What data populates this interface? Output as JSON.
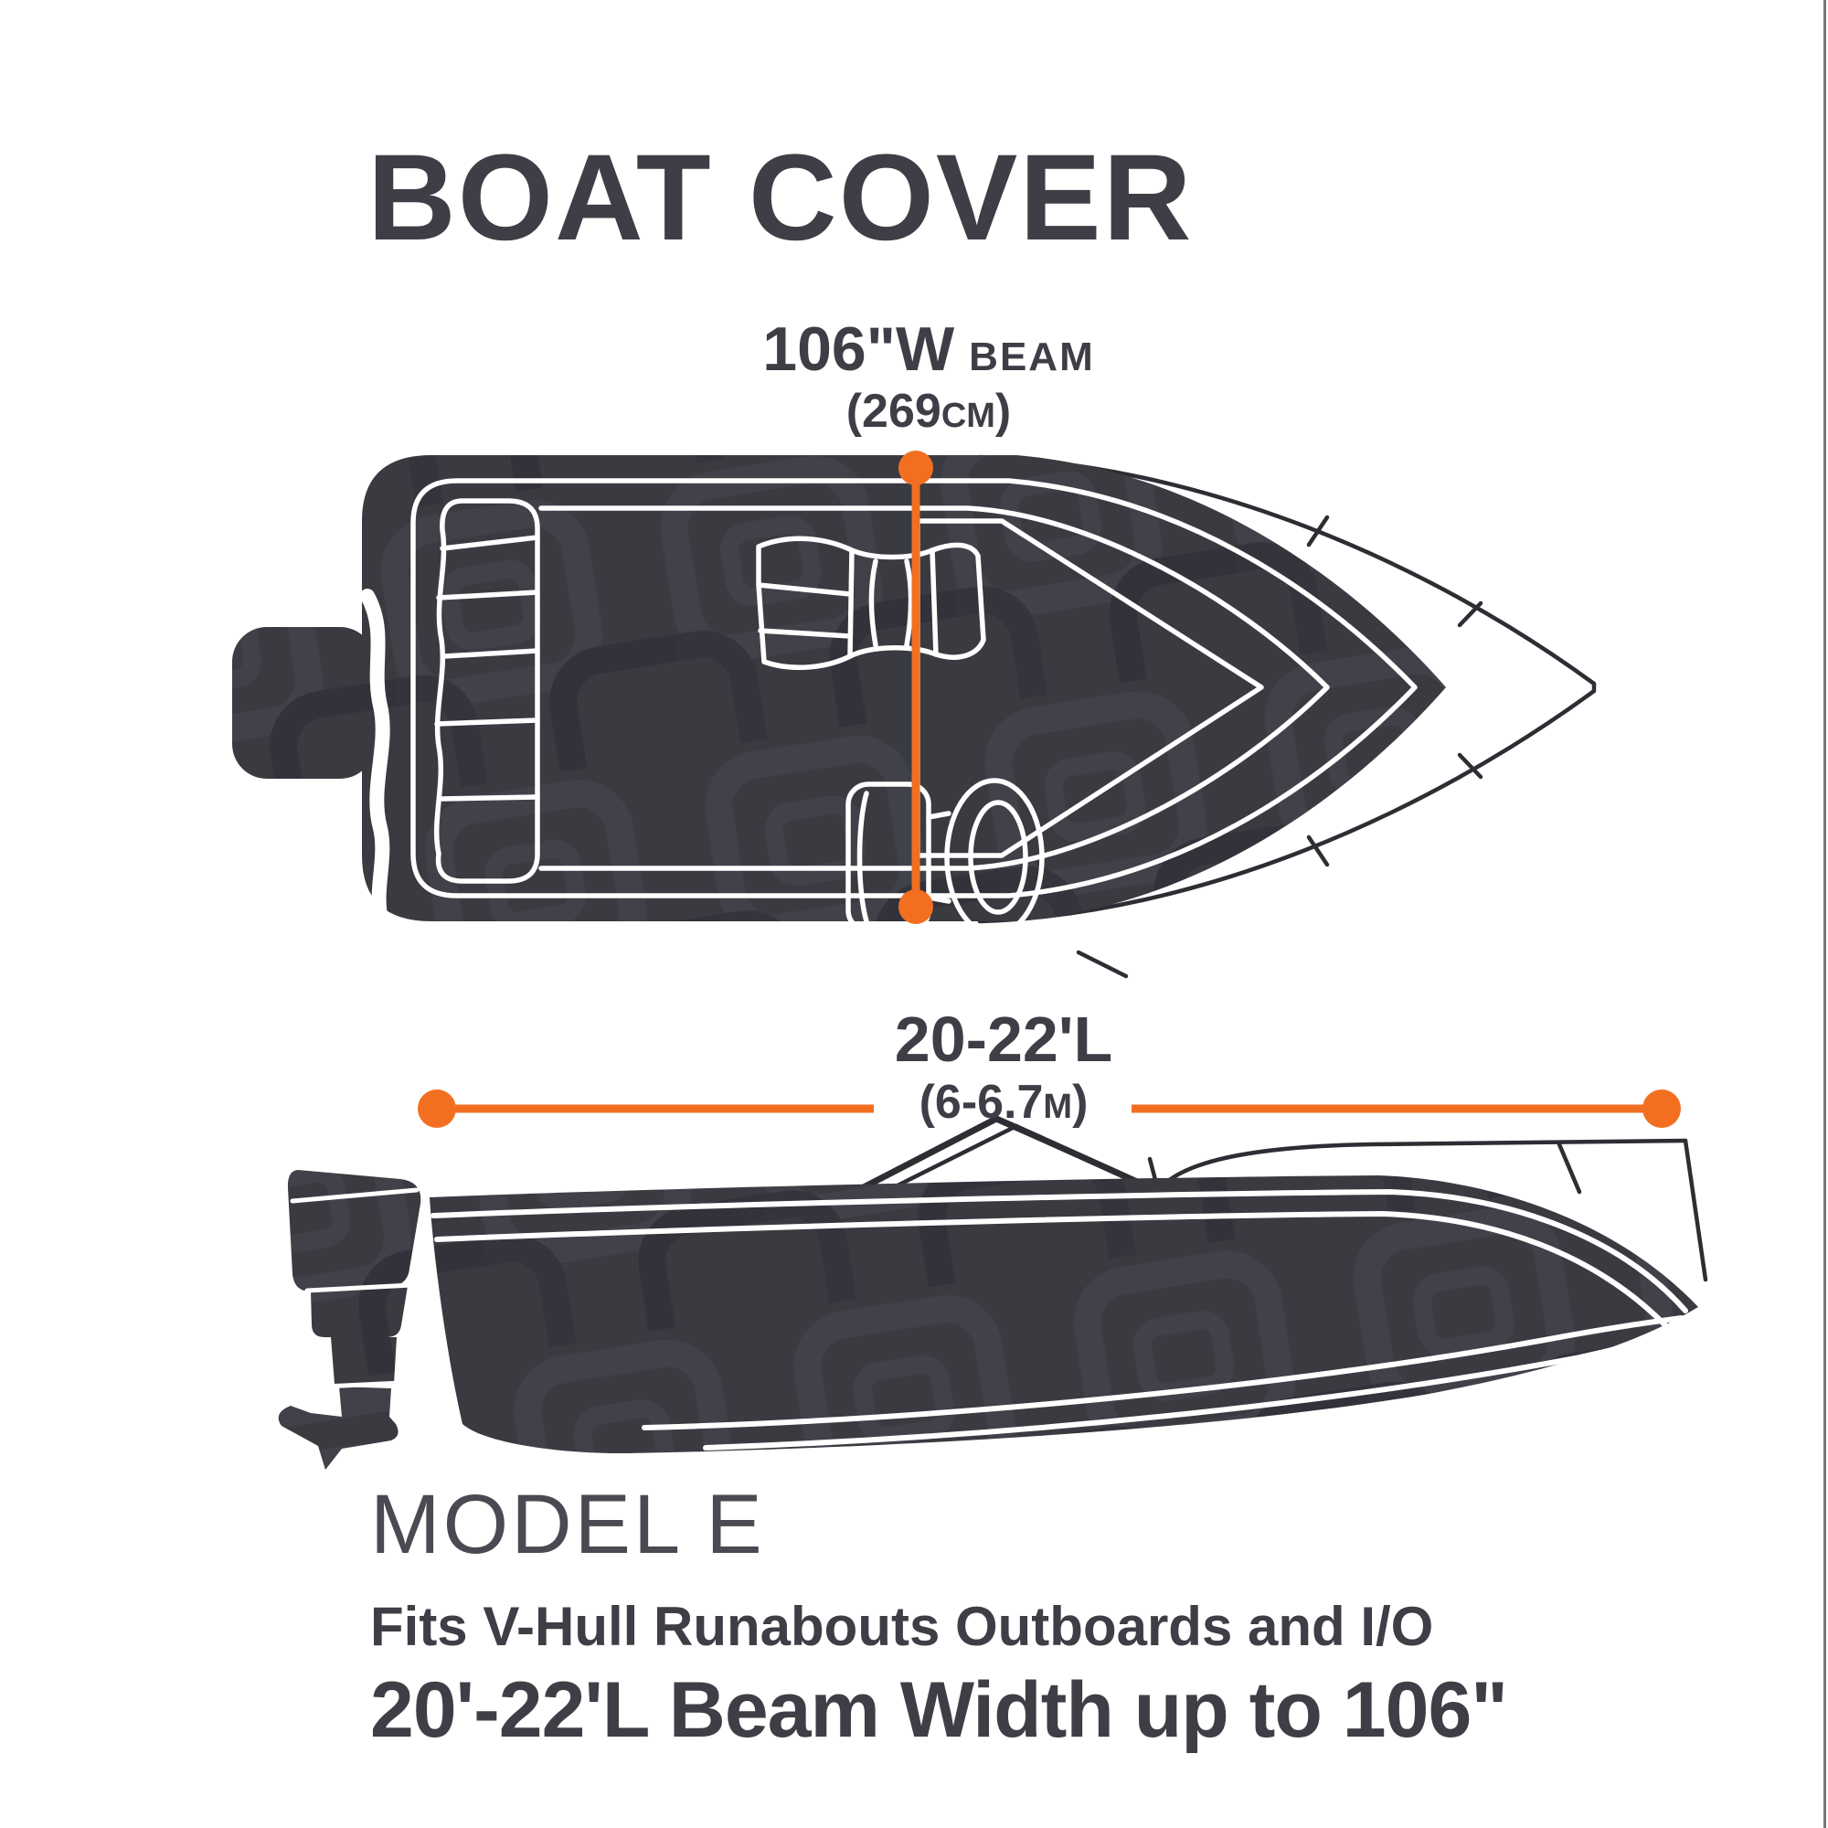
{
  "title": "BOAT COVER",
  "beam": {
    "imperial": "106\"W",
    "label": "BEAM",
    "metric_prefix": "(269",
    "metric_unit": "CM",
    "metric_suffix": ")"
  },
  "length": {
    "imperial": "20-22'L",
    "metric_prefix": "(6-6.7",
    "metric_unit": "M",
    "metric_suffix": ")"
  },
  "footer": {
    "model": "MODEL E",
    "fits": "Fits V-Hull Runabouts Outboards and I/O",
    "size": "20'-22'L Beam Width up to 106\""
  },
  "colors": {
    "accent_orange": "#F26F21",
    "cover_dark": "#3A3A41",
    "text_dark": "#3E3E46",
    "canvas_bg": "#FFFFFF"
  }
}
